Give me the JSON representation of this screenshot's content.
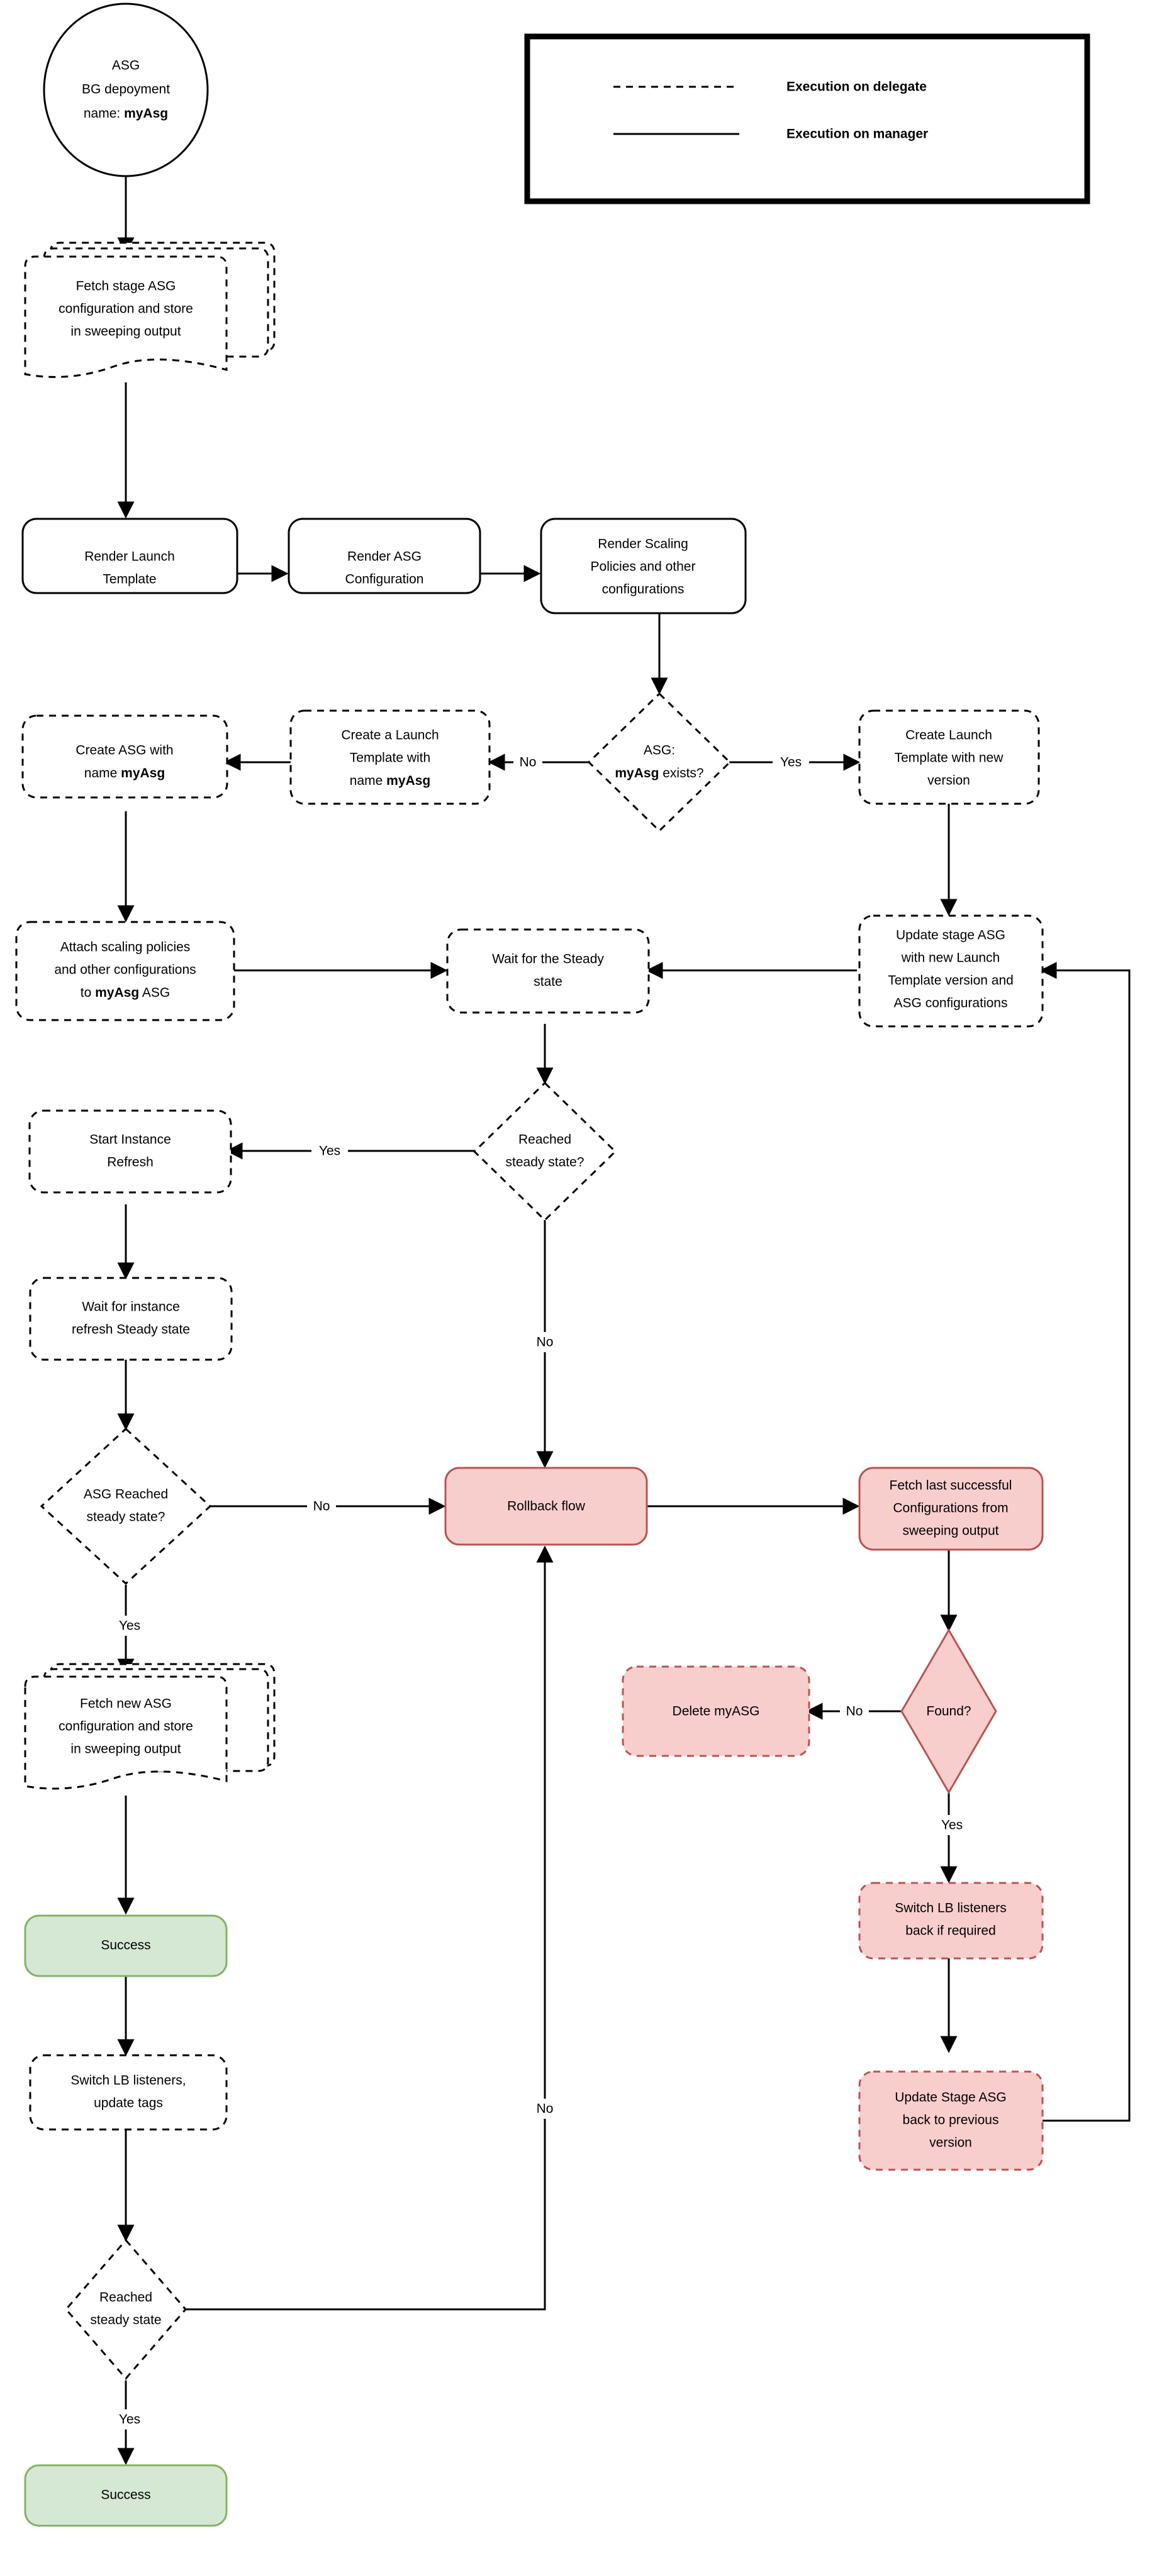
{
  "diagram": {
    "title": "ASG Blue-Green Deployment Flowchart",
    "colors": {
      "stroke": "#000000",
      "white_fill": "#ffffff",
      "pink_fill": "#f8cecc",
      "pink_stroke": "#b85450",
      "green_fill": "#d5e8d4",
      "green_stroke": "#82b366"
    },
    "legend": {
      "items": [
        {
          "style": "dashed",
          "label": "Execution on delegate"
        },
        {
          "style": "solid",
          "label": "Execution on manager"
        }
      ]
    },
    "nodes": [
      {
        "id": "start",
        "shape": "ellipse",
        "border": "solid",
        "fill": "white",
        "lines": [
          "ASG",
          "BG depoyment",
          "name: myAsg"
        ],
        "bold_parts": [
          "myAsg"
        ]
      },
      {
        "id": "fetch_stage",
        "shape": "multidoc",
        "border": "dashed",
        "fill": "white",
        "lines": [
          "Fetch stage ASG",
          "configuration and store",
          "in sweeping output"
        ]
      },
      {
        "id": "render_lt",
        "shape": "rounded",
        "border": "solid",
        "fill": "white",
        "lines": [
          "Render Launch",
          "Template"
        ]
      },
      {
        "id": "render_asg",
        "shape": "rounded",
        "border": "solid",
        "fill": "white",
        "lines": [
          "Render ASG",
          "Configuration"
        ]
      },
      {
        "id": "render_scaling",
        "shape": "rounded",
        "border": "solid",
        "fill": "white",
        "lines": [
          "Render Scaling",
          "Policies and other",
          "configurations"
        ]
      },
      {
        "id": "asg_exists",
        "shape": "diamond",
        "border": "dashed",
        "fill": "white",
        "lines": [
          "ASG:",
          "myAsg exists?"
        ],
        "bold_parts": [
          "myAsg"
        ]
      },
      {
        "id": "create_lt_new",
        "shape": "rounded",
        "border": "dashed",
        "fill": "white",
        "lines": [
          "Create Launch",
          "Template with new",
          "version"
        ]
      },
      {
        "id": "create_lt_named",
        "shape": "rounded",
        "border": "dashed",
        "fill": "white",
        "lines": [
          "Create a Launch",
          "Template with",
          "name myAsg"
        ],
        "bold_parts": [
          "myAsg"
        ]
      },
      {
        "id": "create_asg",
        "shape": "rounded",
        "border": "dashed",
        "fill": "white",
        "lines": [
          "Create ASG with",
          "name myAsg"
        ],
        "bold_parts": [
          "myAsg"
        ]
      },
      {
        "id": "attach_policies",
        "shape": "rounded",
        "border": "dashed",
        "fill": "white",
        "lines": [
          "Attach scaling policies",
          "and other configurations",
          "to myAsg ASG"
        ],
        "bold_parts": [
          "myAsg"
        ]
      },
      {
        "id": "wait_steady",
        "shape": "rounded",
        "border": "dashed",
        "fill": "white",
        "lines": [
          "Wait for the Steady",
          "state"
        ]
      },
      {
        "id": "update_stage_asg",
        "shape": "rounded",
        "border": "dashed",
        "fill": "white",
        "lines": [
          "Update stage ASG",
          "with new Launch",
          "Template version and",
          "ASG configurations"
        ]
      },
      {
        "id": "reached_steady",
        "shape": "diamond",
        "border": "dashed",
        "fill": "white",
        "lines": [
          "Reached",
          "steady state?"
        ]
      },
      {
        "id": "start_refresh",
        "shape": "rounded",
        "border": "dashed",
        "fill": "white",
        "lines": [
          "Start Instance",
          "Refresh"
        ]
      },
      {
        "id": "wait_refresh",
        "shape": "rounded",
        "border": "dashed",
        "fill": "white",
        "lines": [
          "Wait for instance",
          "refresh Steady state"
        ]
      },
      {
        "id": "asg_reached",
        "shape": "diamond",
        "border": "dashed",
        "fill": "white",
        "lines": [
          "ASG Reached",
          "steady state?"
        ]
      },
      {
        "id": "rollback_flow",
        "shape": "rounded",
        "border": "solid",
        "fill": "pink",
        "lines": [
          "Rollback flow"
        ]
      },
      {
        "id": "fetch_last",
        "shape": "rounded",
        "border": "solid",
        "fill": "pink",
        "lines": [
          "Fetch last successful",
          "Configurations from",
          "sweeping output"
        ]
      },
      {
        "id": "found",
        "shape": "diamond",
        "border": "solid",
        "fill": "pink",
        "lines": [
          "Found?"
        ]
      },
      {
        "id": "delete_myasg",
        "shape": "rounded",
        "border": "dashed",
        "fill": "pink",
        "lines": [
          "Delete myASG"
        ]
      },
      {
        "id": "switch_back",
        "shape": "rounded",
        "border": "dashed",
        "fill": "pink",
        "lines": [
          "Switch LB listeners",
          "back if required"
        ]
      },
      {
        "id": "update_back",
        "shape": "rounded",
        "border": "dashed",
        "fill": "pink",
        "lines": [
          "Update Stage ASG",
          "back to previous",
          "version"
        ]
      },
      {
        "id": "fetch_new",
        "shape": "multidoc",
        "border": "dashed",
        "fill": "white",
        "lines": [
          "Fetch new ASG",
          "configuration and store",
          "in sweeping output"
        ]
      },
      {
        "id": "success_1",
        "shape": "rounded",
        "border": "solid",
        "fill": "green",
        "lines": [
          "Success"
        ]
      },
      {
        "id": "switch_lb",
        "shape": "rounded",
        "border": "dashed",
        "fill": "white",
        "lines": [
          "Switch LB listeners,",
          "update tags"
        ]
      },
      {
        "id": "reached_steady_2",
        "shape": "diamond",
        "border": "dashed",
        "fill": "white",
        "lines": [
          "Reached",
          "steady state"
        ]
      },
      {
        "id": "success_2",
        "shape": "rounded",
        "border": "solid",
        "fill": "green",
        "lines": [
          "Success"
        ]
      }
    ],
    "edge_labels": {
      "asg_exists_no": "No",
      "asg_exists_yes": "Yes",
      "reached_steady_yes": "Yes",
      "reached_steady_no": "No",
      "asg_reached_no": "No",
      "asg_reached_yes": "Yes",
      "found_no": "No",
      "found_yes": "Yes",
      "reached_steady_2_no": "No",
      "reached_steady_2_yes": "Yes"
    }
  }
}
